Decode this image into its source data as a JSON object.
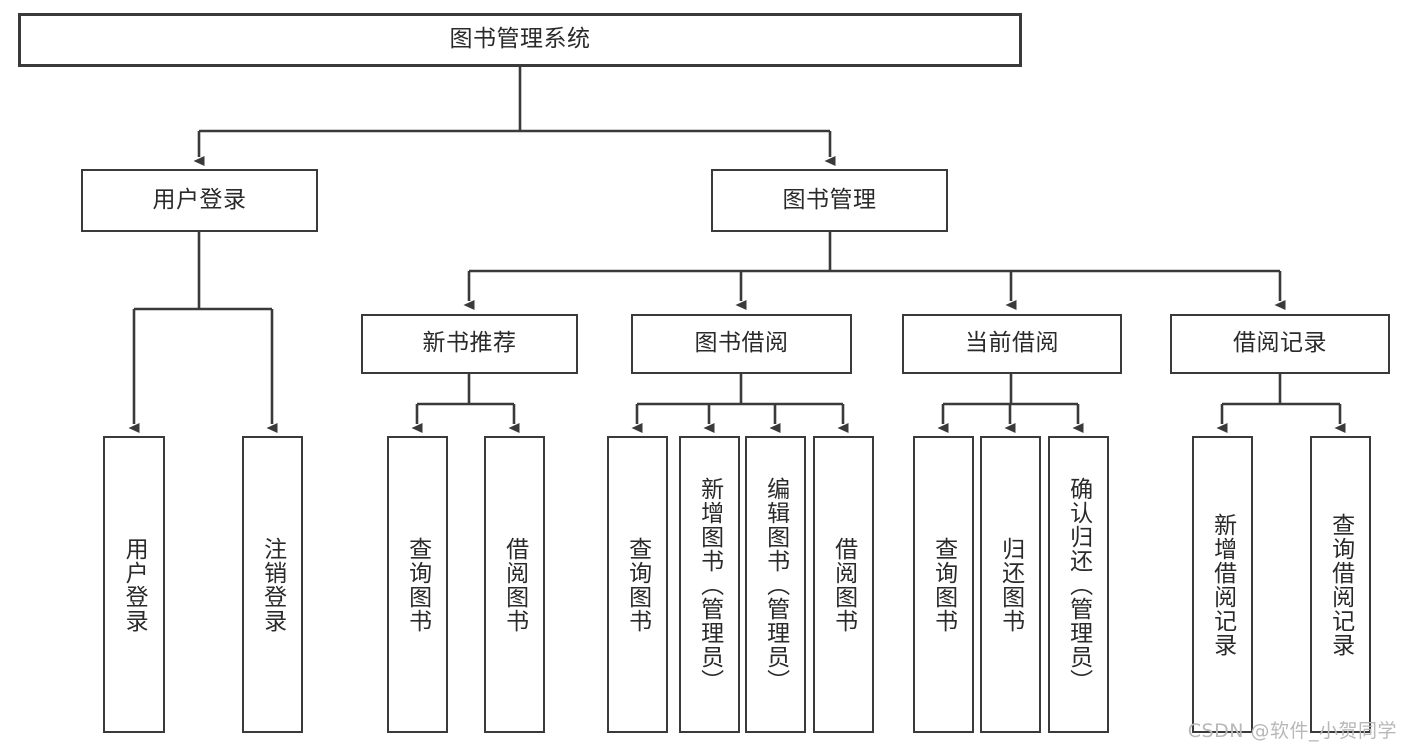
{
  "diagram": {
    "title": "图书管理系统",
    "type": "tree-hierarchy",
    "orientation": "top-down",
    "nodes": {
      "root": {
        "label": "图书管理系统"
      },
      "level2": [
        {
          "label": "用户登录"
        },
        {
          "label": "图书管理"
        }
      ],
      "level3": [
        {
          "label": "新书推荐"
        },
        {
          "label": "图书借阅"
        },
        {
          "label": "当前借阅"
        },
        {
          "label": "借阅记录"
        }
      ],
      "leaves": [
        {
          "label": "用户登录"
        },
        {
          "label": "注销登录"
        },
        {
          "label": "查询图书"
        },
        {
          "label": "借阅图书"
        },
        {
          "label": "查询图书"
        },
        {
          "label": "新增图书（管理员）"
        },
        {
          "label": "编辑图书（管理员）"
        },
        {
          "label": "借阅图书"
        },
        {
          "label": "查询图书"
        },
        {
          "label": "归还图书"
        },
        {
          "label": "确认归还（管理员）"
        },
        {
          "label": "新增借阅记录"
        },
        {
          "label": "查询借阅记录"
        }
      ]
    },
    "edges": [
      {
        "from": "图书管理系统",
        "to": "用户登录"
      },
      {
        "from": "图书管理系统",
        "to": "图书管理"
      },
      {
        "from": "用户登录",
        "to": "用户登录"
      },
      {
        "from": "用户登录",
        "to": "注销登录"
      },
      {
        "from": "图书管理",
        "to": "新书推荐"
      },
      {
        "from": "图书管理",
        "to": "图书借阅"
      },
      {
        "from": "图书管理",
        "to": "当前借阅"
      },
      {
        "from": "图书管理",
        "to": "借阅记录"
      },
      {
        "from": "新书推荐",
        "to": "查询图书"
      },
      {
        "from": "新书推荐",
        "to": "借阅图书"
      },
      {
        "from": "图书借阅",
        "to": "查询图书"
      },
      {
        "from": "图书借阅",
        "to": "新增图书（管理员）"
      },
      {
        "from": "图书借阅",
        "to": "编辑图书（管理员）"
      },
      {
        "from": "图书借阅",
        "to": "借阅图书"
      },
      {
        "from": "当前借阅",
        "to": "查询图书"
      },
      {
        "from": "当前借阅",
        "to": "归还图书"
      },
      {
        "from": "当前借阅",
        "to": "确认归还（管理员）"
      },
      {
        "from": "借阅记录",
        "to": "新增借阅记录"
      },
      {
        "from": "借阅记录",
        "to": "查询借阅记录"
      }
    ]
  },
  "colors": {
    "stroke": "#3a3a3a",
    "fill": "#ffffff",
    "text": "#2a2a2a",
    "watermark": "#b8b8b8"
  },
  "watermark": {
    "text": "CSDN @软件_小贺同学"
  }
}
